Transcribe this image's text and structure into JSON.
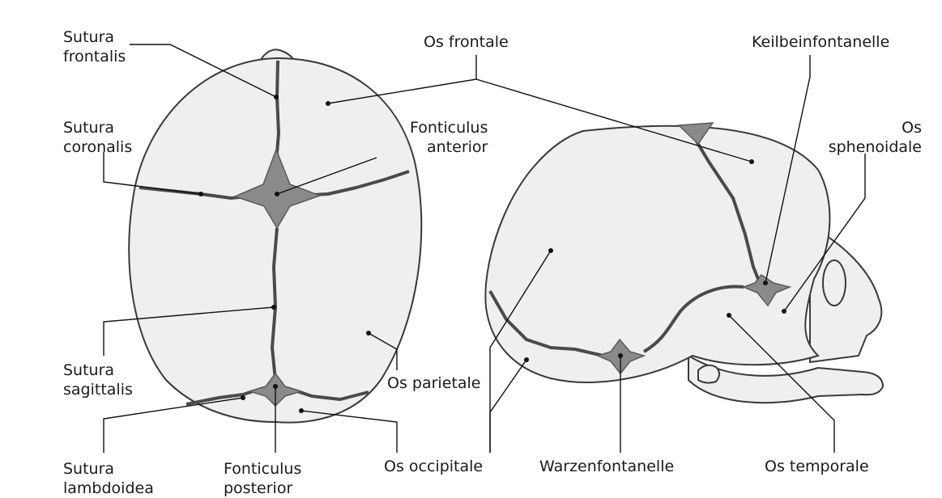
{
  "labels": {
    "sutura_frontalis": "Sutura\nfrontalis",
    "sutura_coronalis": "Sutura\ncoronalis",
    "sutura_sagittalis": "Sutura\nsagittalis",
    "sutura_lambdoidea": "Sutura\nlambdoidea",
    "fonticulus_posterior": "Fonticulus\nposterior",
    "fonticulus_anterior": "Fonticulus\nanterior",
    "os_frontale": "Os frontale",
    "os_parietale": "Os parietale",
    "os_occipitale": "Os occipitale",
    "warzenfontanelle": "Warzenfontanelle",
    "os_temporale": "Os temporale",
    "keilbeinfontanelle": "Keilbeinfontanelle",
    "os_sphenoidale": "Os\nsphenoidale"
  }
}
